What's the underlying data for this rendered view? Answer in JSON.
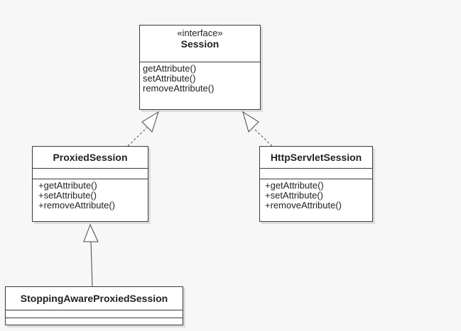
{
  "diagram": {
    "session": {
      "stereotype": "«interface»",
      "name": "Session",
      "operations": [
        "getAttribute()",
        "setAttribute()",
        "removeAttribute()"
      ]
    },
    "proxied_session": {
      "name": "ProxiedSession",
      "operations": [
        "+getAttribute()",
        "+setAttribute()",
        "+removeAttribute()"
      ]
    },
    "http_servlet_session": {
      "name": "HttpServletSession",
      "operations": [
        "+getAttribute()",
        "+setAttribute()",
        "+removeAttribute()"
      ]
    },
    "stopping_aware_proxied_session": {
      "name": "StoppingAwareProxiedSession"
    }
  }
}
